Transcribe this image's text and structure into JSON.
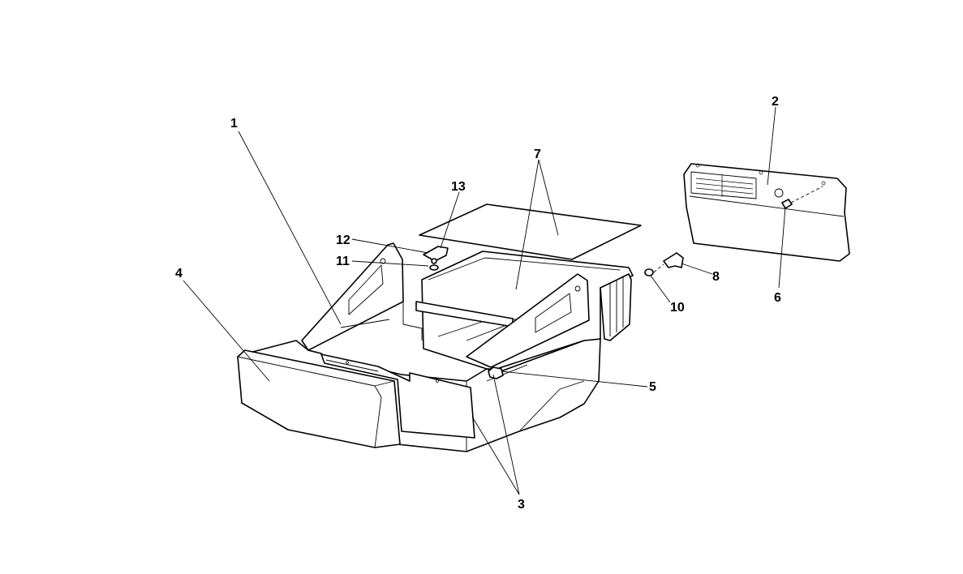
{
  "callouts": [
    {
      "id": "1",
      "label": "1"
    },
    {
      "id": "2",
      "label": "2"
    },
    {
      "id": "3",
      "label": "3"
    },
    {
      "id": "4",
      "label": "4"
    },
    {
      "id": "5",
      "label": "5"
    },
    {
      "id": "6",
      "label": "6"
    },
    {
      "id": "7",
      "label": "7"
    },
    {
      "id": "8",
      "label": "8"
    },
    {
      "id": "10",
      "label": "10"
    },
    {
      "id": "11",
      "label": "11"
    },
    {
      "id": "12",
      "label": "12"
    },
    {
      "id": "13",
      "label": "13"
    }
  ]
}
